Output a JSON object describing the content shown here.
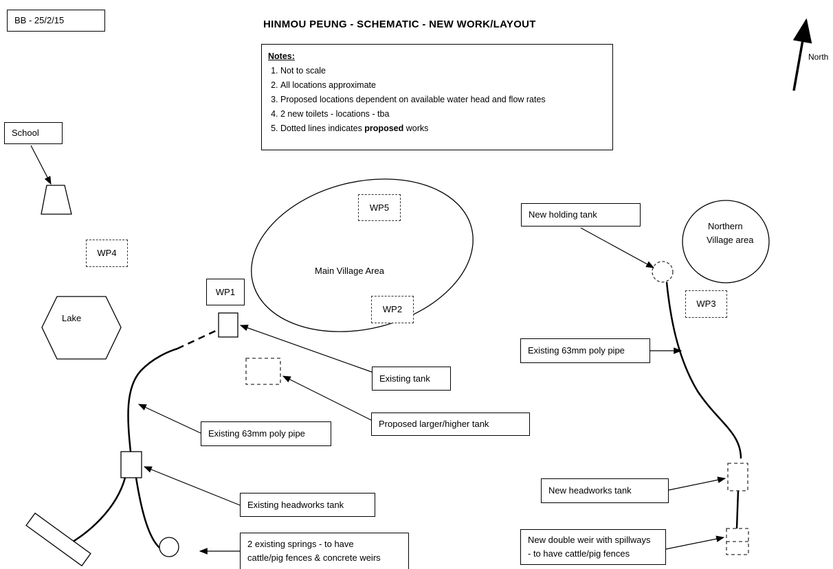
{
  "date_label": "BB - 25/2/15",
  "title": "HINMOU PEUNG  - SCHEMATIC - NEW WORK/LAYOUT",
  "north_label": "North",
  "notes": {
    "heading": "Notes:",
    "items": [
      "Not to scale",
      "All locations approximate",
      "Proposed locations dependent on available water head and flow rates",
      "2 new toilets - locations - tba",
      "Dotted lines indicates proposed works"
    ],
    "item5_prefix": "Dotted lines indicates ",
    "item5_bold": "proposed",
    "item5_suffix": " works"
  },
  "labels": {
    "school": "School",
    "lake": "Lake",
    "main_village": "Main Village Area",
    "northern_village_line1": "Northern",
    "northern_village_line2": "Village area",
    "wp1": "WP1",
    "wp2": "WP2",
    "wp3": "WP3",
    "wp4": "WP4",
    "wp5": "WP5",
    "new_holding_tank": "New holding tank",
    "existing_pipe_right": "Existing 63mm poly pipe",
    "existing_tank": "Existing tank",
    "proposed_tank": "Proposed larger/higher tank",
    "existing_pipe_left": "Existing 63mm poly pipe",
    "existing_headworks": "Existing headworks tank",
    "new_headworks": "New headworks tank",
    "springs_line1": "2 existing springs - to have",
    "springs_line2": "cattle/pig fences & concrete weirs",
    "weir_line1": "New double weir with spillways",
    "weir_line2": "- to have cattle/pig fences"
  },
  "colors": {
    "line": "#000000",
    "dashed": "#333333"
  },
  "icons": {
    "north": "north-arrow-icon"
  }
}
